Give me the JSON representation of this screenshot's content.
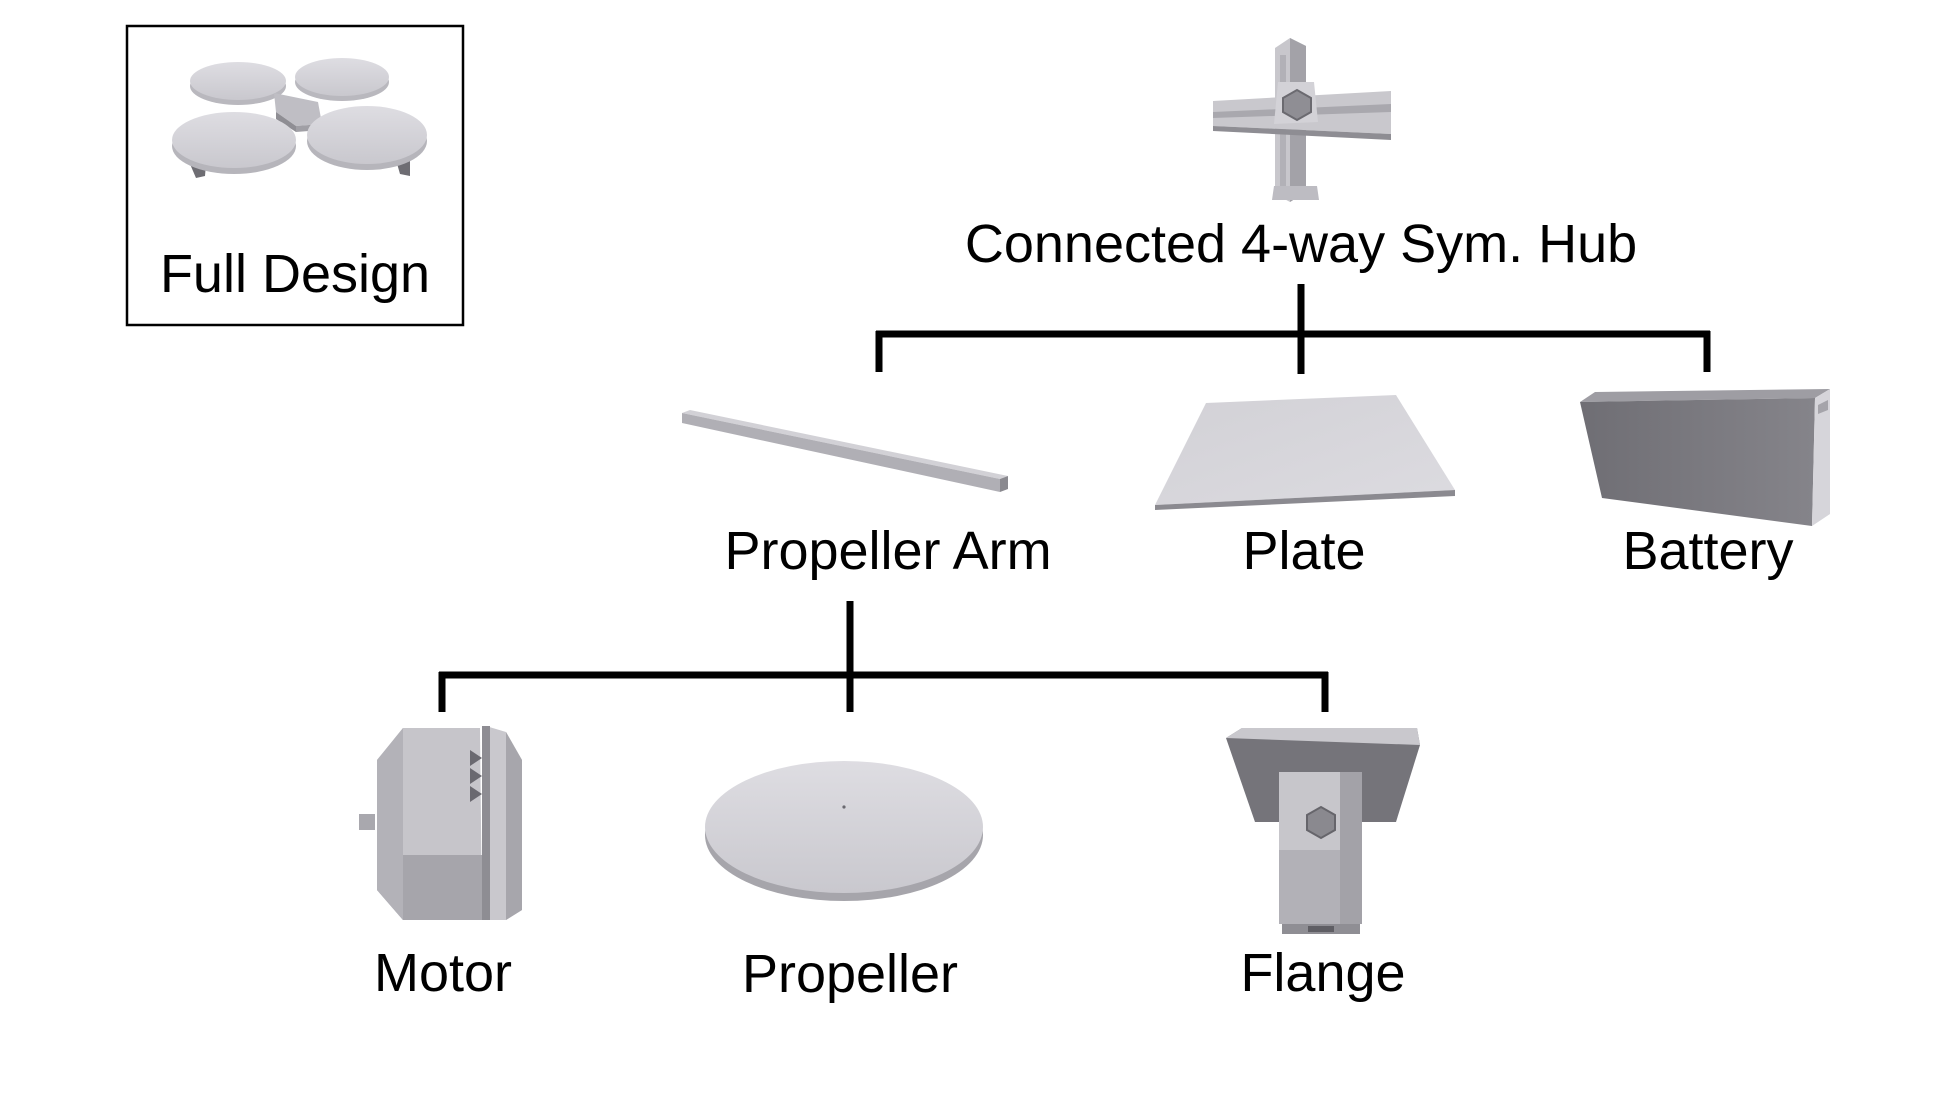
{
  "diagram": {
    "full_design": {
      "label": "Full Design"
    },
    "root": {
      "label": "Connected 4-way Sym. Hub",
      "icon": "hub-icon"
    },
    "level1": [
      {
        "label": "Propeller Arm",
        "icon": "propeller-arm-icon"
      },
      {
        "label": "Plate",
        "icon": "plate-icon"
      },
      {
        "label": "Battery",
        "icon": "battery-icon"
      }
    ],
    "level2": [
      {
        "label": "Motor",
        "icon": "motor-icon"
      },
      {
        "label": "Propeller",
        "icon": "propeller-icon"
      },
      {
        "label": "Flange",
        "icon": "flange-icon"
      }
    ]
  },
  "colors": {
    "light": "#d4d3d8",
    "mid": "#b4b3b9",
    "dark": "#77767c",
    "line": "#000000"
  }
}
